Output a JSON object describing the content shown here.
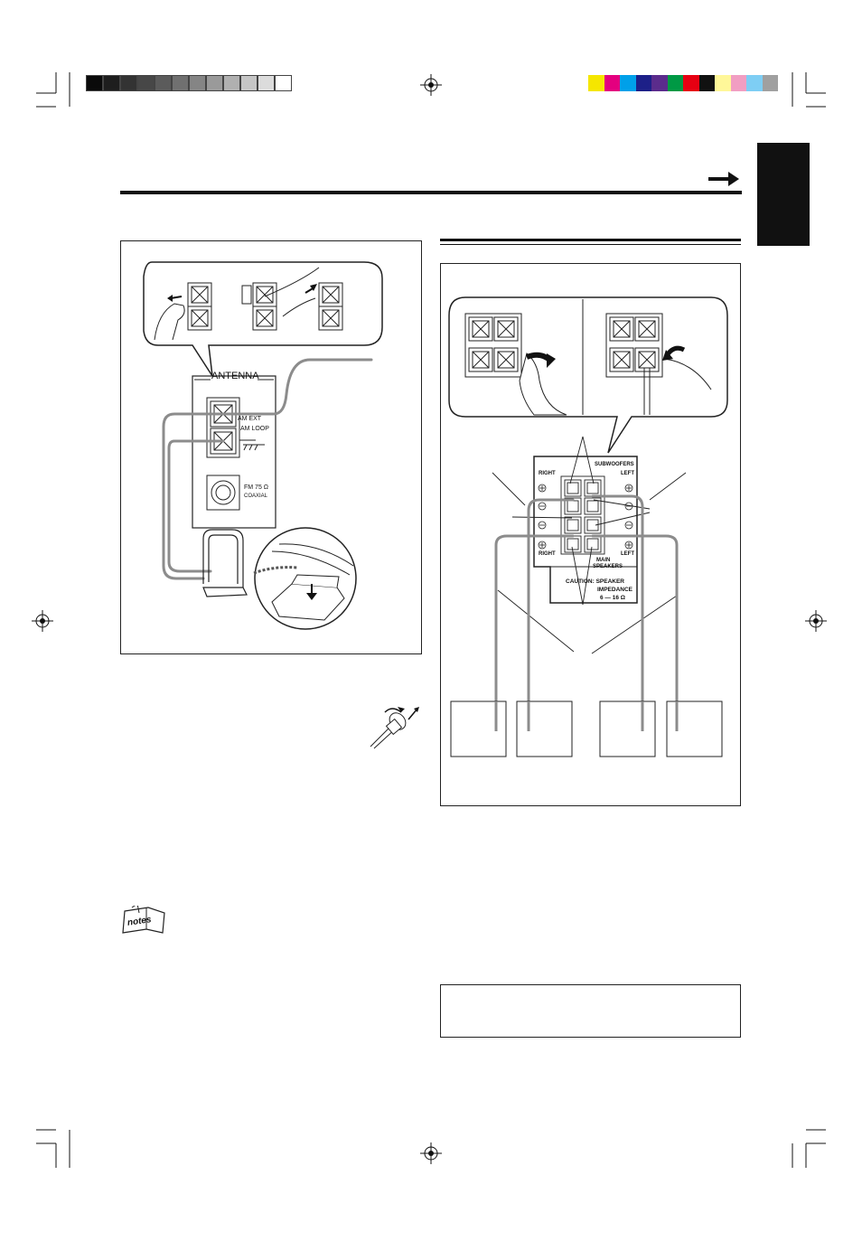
{
  "header": {
    "gray_swatches": [
      "#0a0a0a",
      "#1e1e1e",
      "#333333",
      "#474747",
      "#5b5b5b",
      "#707070",
      "#858585",
      "#9a9a9a",
      "#b0b0b0",
      "#c6c6c6",
      "#dcdcdc",
      "#ffffff"
    ],
    "color_swatches": [
      "#f5e600",
      "#e4007f",
      "#00a0e9",
      "#1d2088",
      "#5b2c8c",
      "#009944",
      "#e60012",
      "#111111",
      "#fff799",
      "#f19ec2",
      "#7ecef4",
      "#a0a0a0"
    ]
  },
  "antenna_panel": {
    "title": "ANTENNA",
    "terminal_am_ext": "AM EXT",
    "terminal_am_loop": "AM LOOP",
    "terminal_fm": "FM 75 Ω",
    "terminal_coaxial": "COAXIAL"
  },
  "speaker_panel": {
    "label_right_top": "RIGHT",
    "label_subwoofers": "SUBWOOFERS",
    "label_left_top": "LEFT",
    "label_right_bottom": "RIGHT",
    "label_left_bottom": "LEFT",
    "label_main": "MAIN",
    "label_speakers": "SPEAKERS",
    "caution_line1": "CAUTION: SPEAKER",
    "caution_line2": "IMPEDANCE",
    "caution_line3": "6 — 16 Ω"
  },
  "notes_icon": {
    "label": "notes"
  }
}
